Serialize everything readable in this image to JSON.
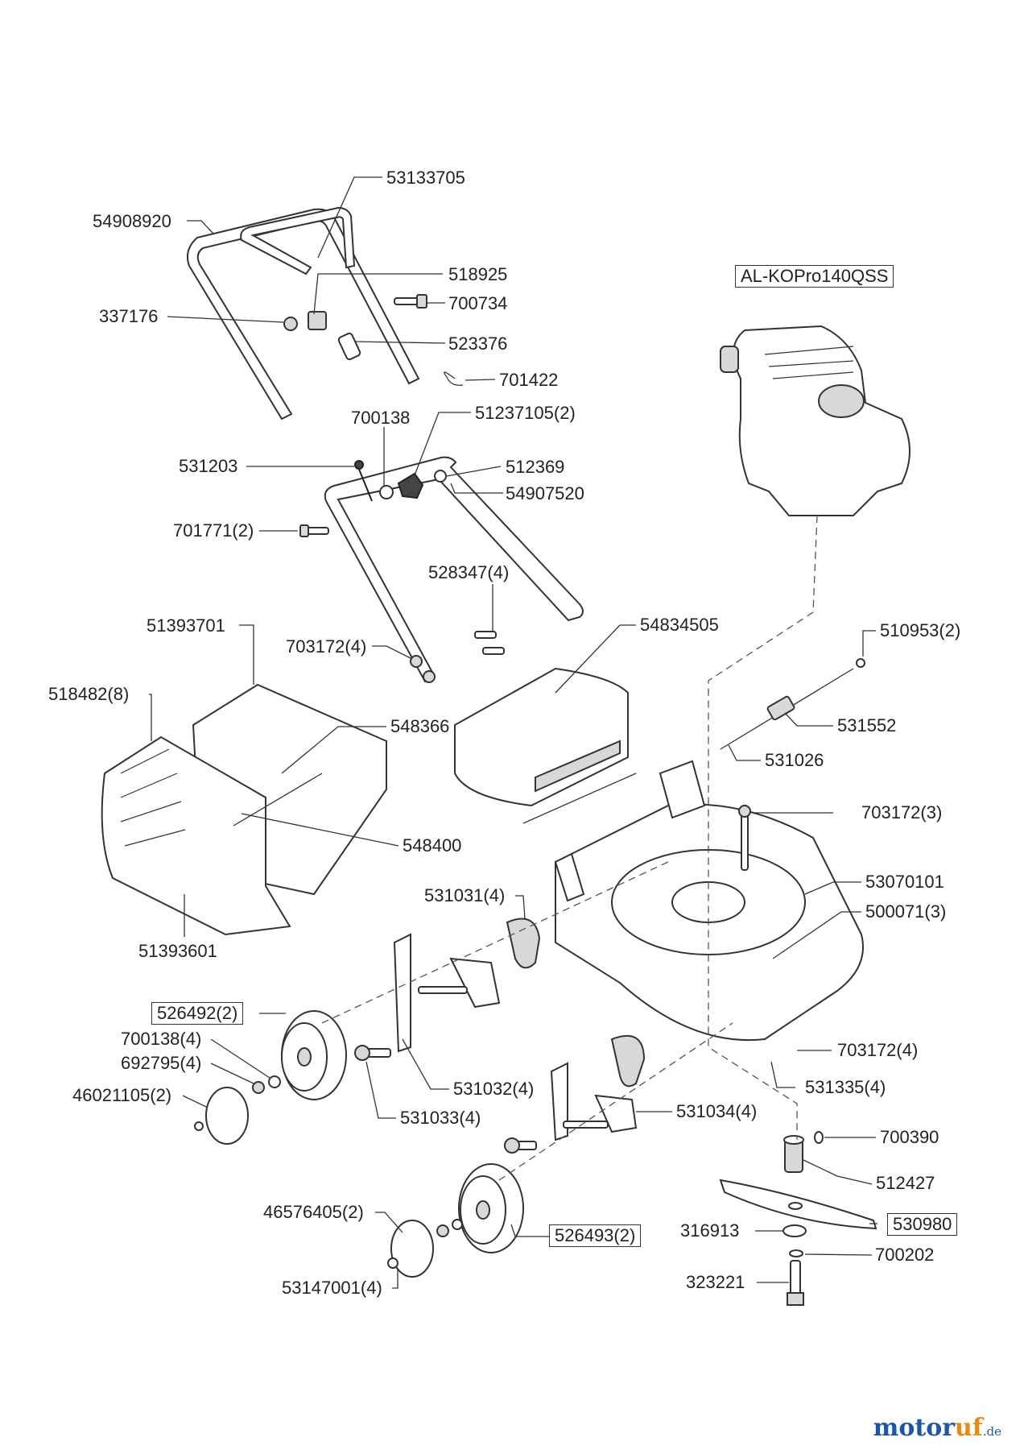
{
  "diagram": {
    "engine_box": "AL-KOPro140QSS",
    "parts": {
      "p53133705": "53133705",
      "p54908920": "54908920",
      "p518925": "518925",
      "p700734": "700734",
      "p337176": "337176",
      "p523376": "523376",
      "p701422": "701422",
      "p700138": "700138",
      "p51237105": "51237105(2)",
      "p531203": "531203",
      "p512369": "512369",
      "p54907520": "54907520",
      "p701771": "701771(2)",
      "p528347": "528347(4)",
      "p51393701": "51393701",
      "p703172_4a": "703172(4)",
      "p54834505": "54834505",
      "p510953": "510953(2)",
      "p518482": "518482(8)",
      "p548366": "548366",
      "p531552": "531552",
      "p531026": "531026",
      "p703172_3": "703172(3)",
      "p548400": "548400",
      "p53070101": "53070101",
      "p531031": "531031(4)",
      "p500071": "500071(3)",
      "p51393601": "51393601",
      "p526492": "526492(2)",
      "p703172_4b": "703172(4)",
      "p700138_4": "700138(4)",
      "p692795": "692795(4)",
      "p531335": "531335(4)",
      "p46021105": "46021105(2)",
      "p531032": "531032(4)",
      "p531033": "531033(4)",
      "p531034": "531034(4)",
      "p700390": "700390",
      "p512427": "512427",
      "p46576405": "46576405(2)",
      "p526493": "526493(2)",
      "p316913": "316913",
      "p530980": "530980",
      "p700202": "700202",
      "p323221": "323221",
      "p53147001": "53147001(4)"
    }
  },
  "watermark": {
    "main": "motor",
    "accent": "uf",
    "suffix": ".de"
  }
}
